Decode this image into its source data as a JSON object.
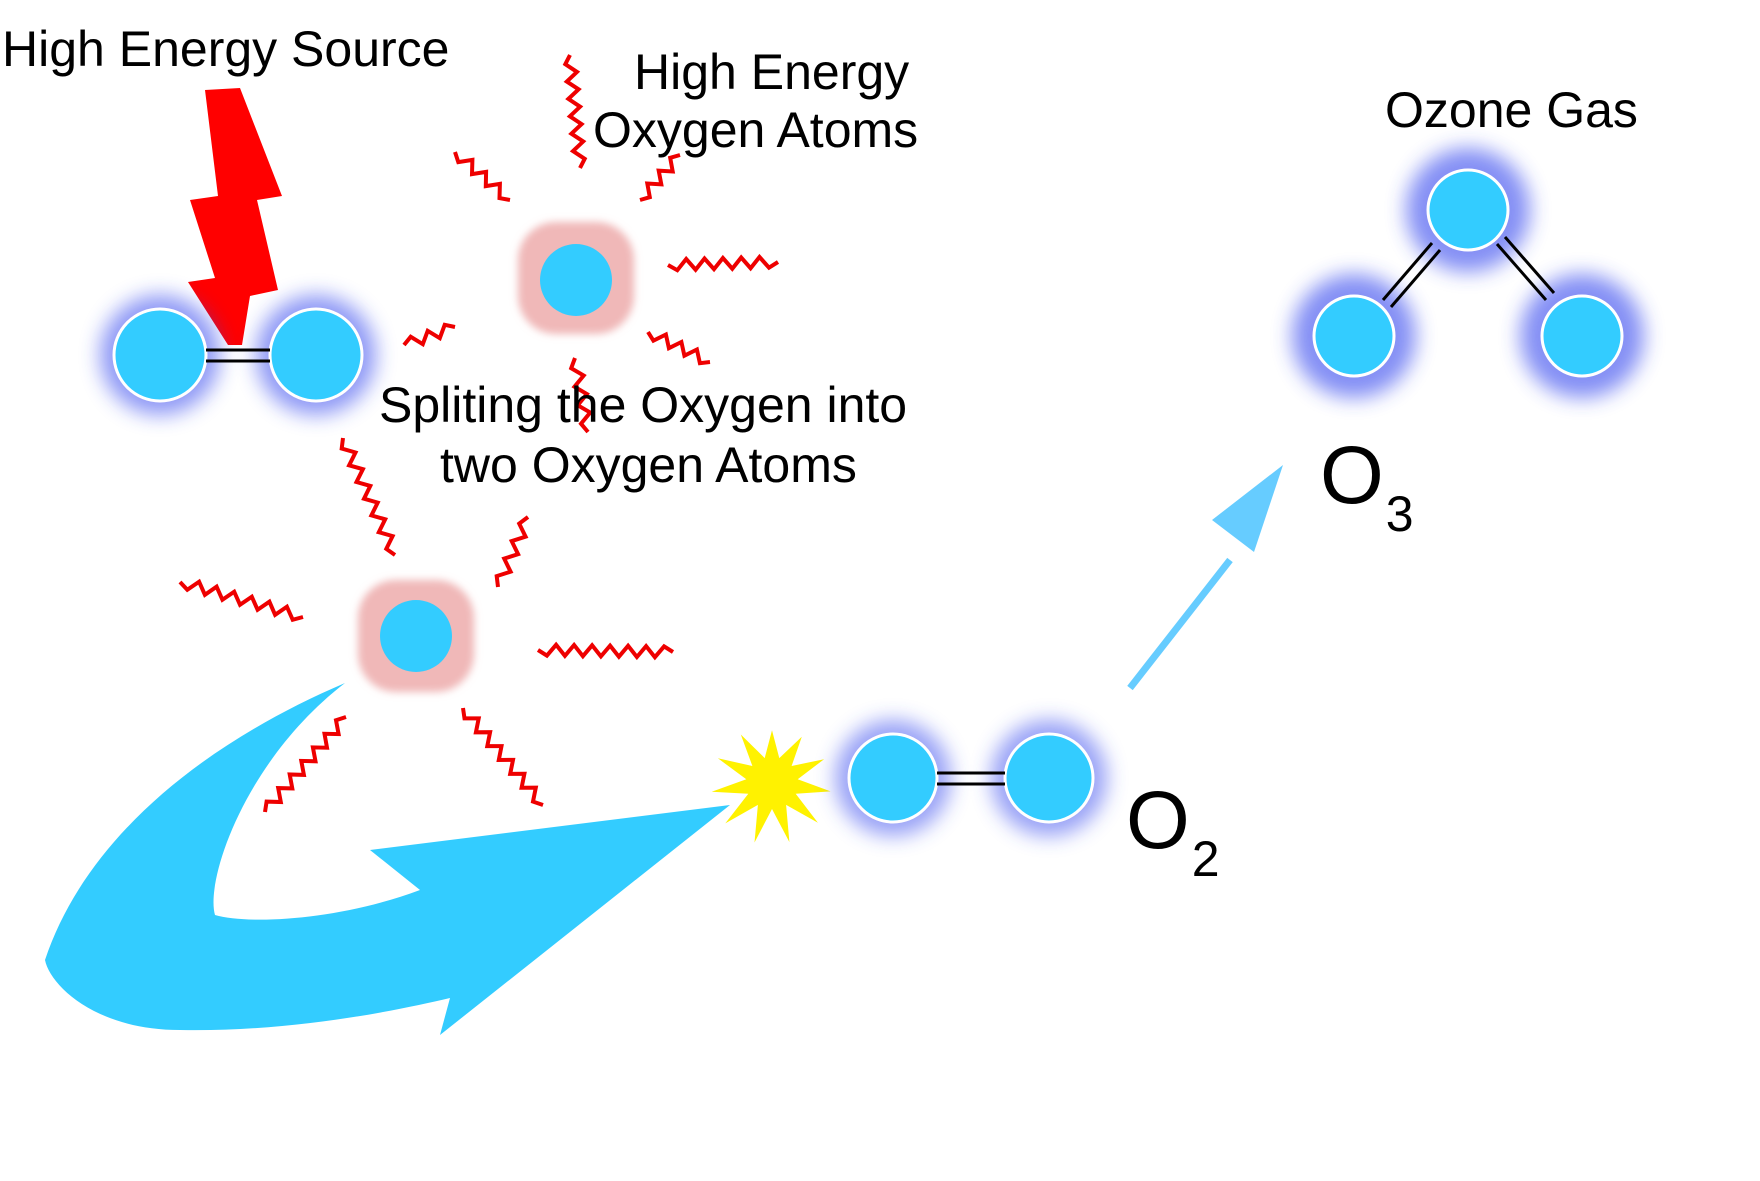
{
  "labels": {
    "high_energy_source": "High Energy Source",
    "high_energy_atoms_line1": "High Energy",
    "high_energy_atoms_line2": "Oxygen Atoms",
    "splitting_line1": "Spliting the Oxygen into",
    "splitting_line2": "two Oxygen Atoms",
    "ozone_gas": "Ozone Gas"
  },
  "formulas": {
    "o2": {
      "symbol": "O",
      "subscript": "2"
    },
    "o3": {
      "symbol": "O",
      "subscript": "3"
    }
  },
  "colors": {
    "atom_fill": "#33CCFF",
    "atom_glow": "#3344EE",
    "excited_halo": "#F0B8B8",
    "energy_zigzag": "#EE0000",
    "lightning": "#FF0000",
    "collision_star": "#FFF200",
    "flow_arrow": "#33CCFF",
    "reaction_arrow": "#66CCFF"
  },
  "icons": {
    "lightning": "lightning-bolt-icon",
    "collision": "collision-star-icon"
  }
}
